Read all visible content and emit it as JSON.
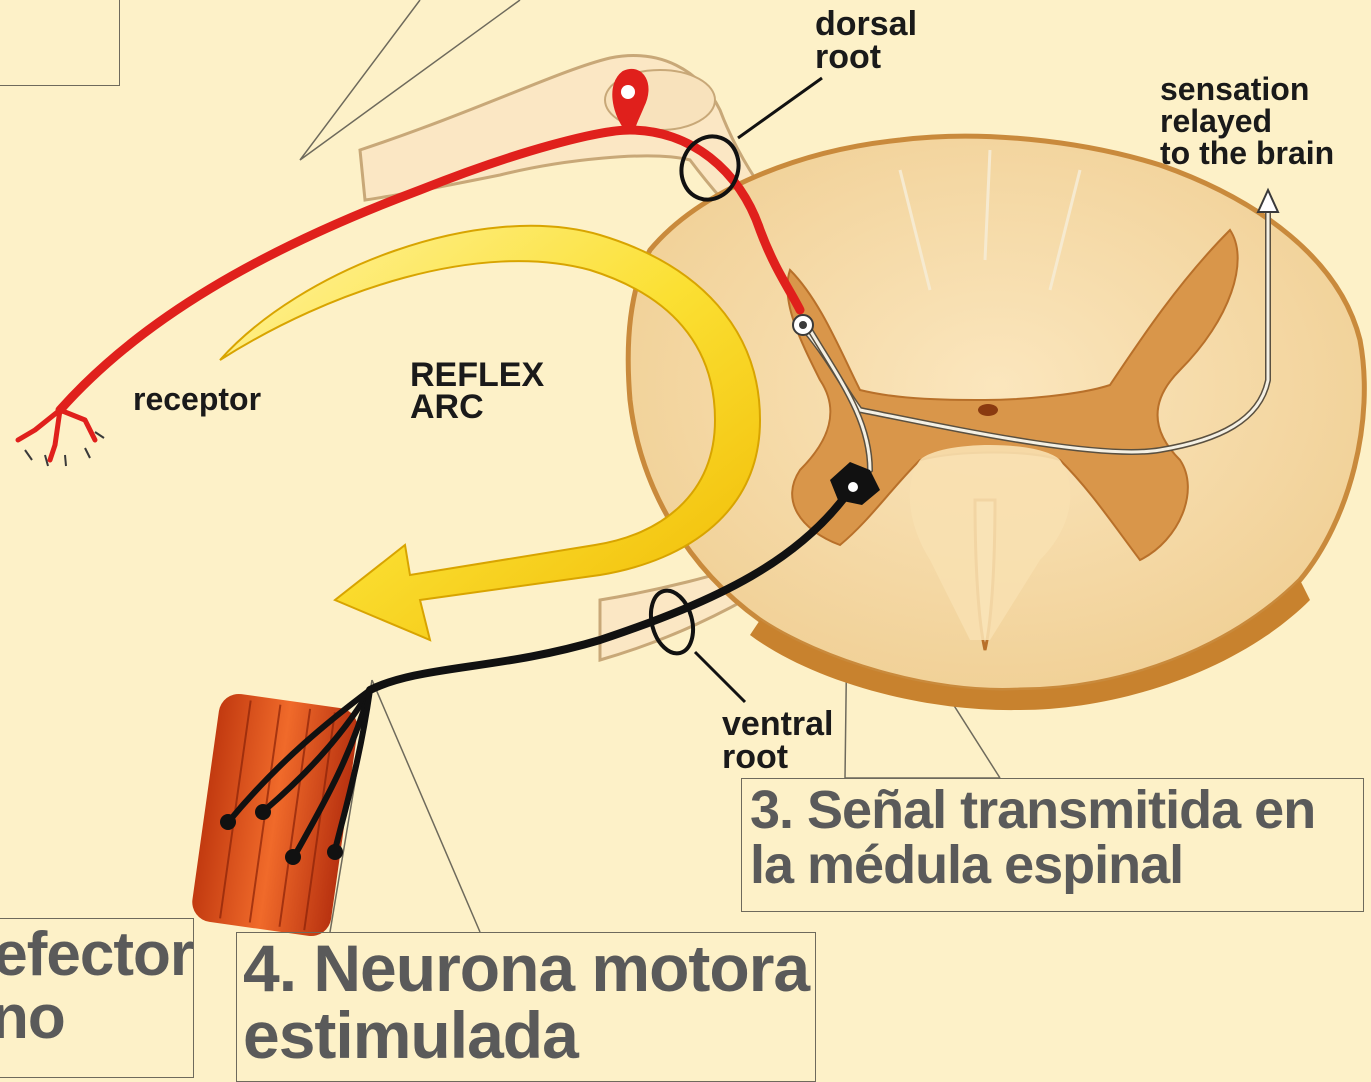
{
  "labels": {
    "dorsal_root": [
      "dorsal",
      "root"
    ],
    "sensation": [
      "sensation",
      "relayed",
      "to the brain"
    ],
    "receptor": "receptor",
    "reflex_arc": [
      "REFLEX",
      "ARC"
    ],
    "ventral_root": [
      "ventral",
      "root"
    ]
  },
  "callouts": {
    "step3": [
      "3.   Señal transmitida en",
      "la médula espinal"
    ],
    "step4": [
      "4.   Neurona motora",
      "estimulada"
    ],
    "step5_partial": [
      "efector",
      "no"
    ]
  },
  "colors": {
    "background": "#fdf1c8",
    "sensory_neuron": "#e0201c",
    "motor_neuron": "#111111",
    "arrow": "#f7d81a",
    "white_matter": "#f7dcaa",
    "gray_matter": "#d9964a",
    "muscle": "#e0531e"
  }
}
